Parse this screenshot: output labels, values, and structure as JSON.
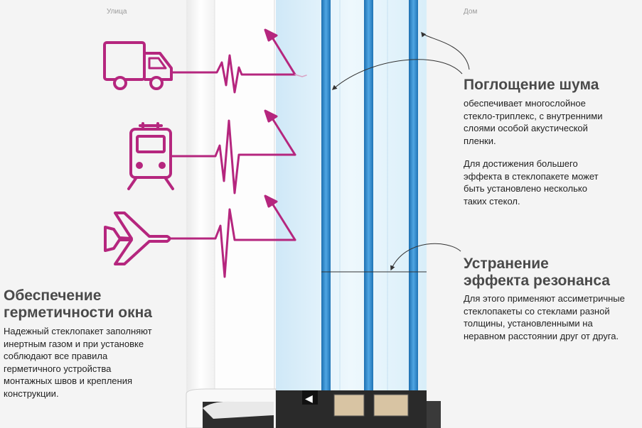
{
  "labels": {
    "street": "Улица",
    "home": "Дом"
  },
  "noise_absorption": {
    "title": "Поглощение шума",
    "text1": "обеспечивает многослойное\nстекло-триплекс, с внутренними\nслоями особой акустической\nпленки.",
    "text2": "Для достижения большего\nэффекта в стеклопакете может\nбыть установлено несколько\nтаких стекол."
  },
  "resonance": {
    "title": "Устранение\nэффекта резонанса",
    "text": "Для этого применяют ассиметричные\nстеклопакеты со стеклами разной\nтолщины, установленными на\nнеравном расстоянии друг от друга."
  },
  "sealing": {
    "title": "Обеспечение\nгерметичности окна",
    "text": "Надежный стеклопакет заполняют\nинертным газом и при установке\nсоблюдают все правила\nгерметичного устройства\nмонтажных швов и крепления\nконструкции."
  },
  "colors": {
    "accent": "#b5267e",
    "glass_blue": "#2f86c9",
    "glass_light": "#dbeefa",
    "frame": "#fafafa",
    "text_heading": "#4a4a4a"
  },
  "icons": [
    "truck-icon",
    "train-icon",
    "airplane-icon"
  ]
}
